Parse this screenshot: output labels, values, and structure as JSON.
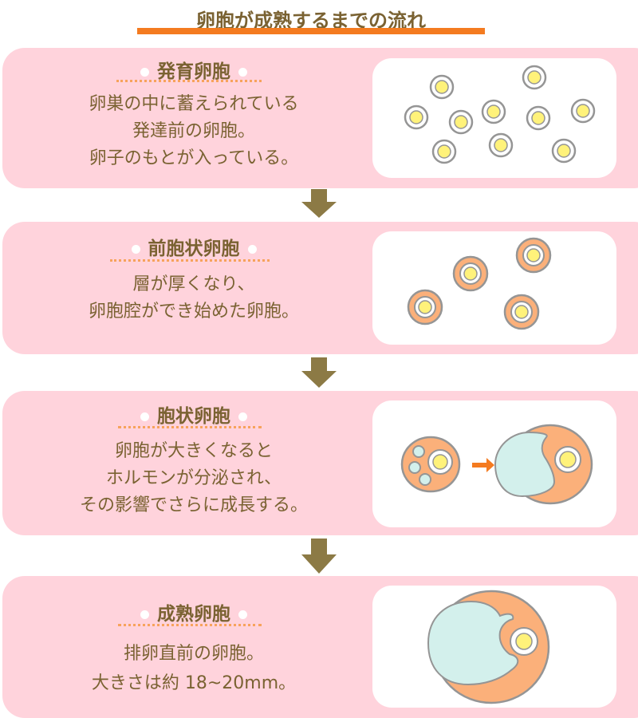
{
  "title": "卵胞が成熟するまでの流れ",
  "stages": [
    {
      "name": "発育卵胞",
      "lines": [
        "卵巣の中に蓄えられている",
        "発達前の卵胞。",
        "卵子のもとが入っている。"
      ]
    },
    {
      "name": "前胞状卵胞",
      "lines": [
        "層が厚くなり、",
        "卵胞腔ができ始めた卵胞。"
      ]
    },
    {
      "name": "胞状卵胞",
      "lines": [
        "卵胞が大きくなると",
        "ホルモンが分泌され、",
        "その影響でさらに成長する。"
      ]
    },
    {
      "name": "成熟卵胞",
      "lines": [
        "排卵直前の卵胞。",
        "大きさは約 18~20mm。"
      ]
    }
  ],
  "colors": {
    "panel": "#ffd3dc",
    "text": "#7a6232",
    "accent": "#f47b20",
    "granulosa": "#fbb07a",
    "antrum": "#d3f0ec",
    "oocyte": "#fff27a",
    "outline": "#959595"
  }
}
